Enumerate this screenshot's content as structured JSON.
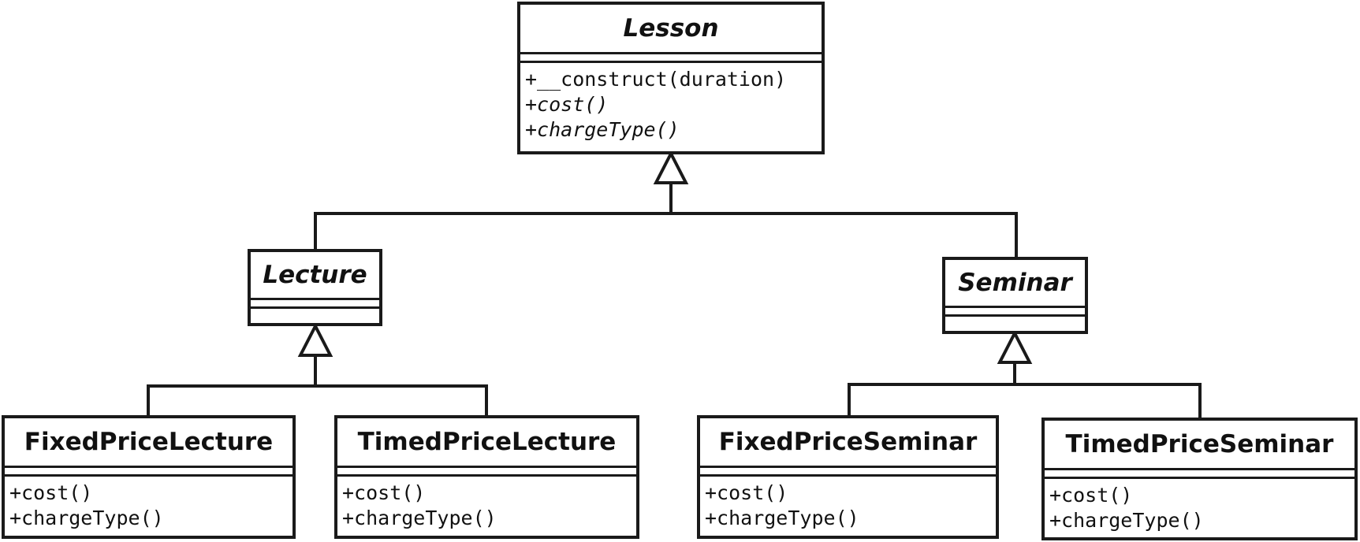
{
  "diagram": {
    "type": "uml-class-diagram",
    "line_color": "#1a1a1a",
    "classes": [
      {
        "id": "lesson",
        "name": "Lesson",
        "abstract": true,
        "operations": [
          {
            "text": "+__construct(duration)",
            "abstract": false
          },
          {
            "text": "+cost()",
            "abstract": true
          },
          {
            "text": "+chargeType()",
            "abstract": true
          }
        ]
      },
      {
        "id": "lecture",
        "name": "Lecture",
        "abstract": true,
        "operations": []
      },
      {
        "id": "seminar",
        "name": "Seminar",
        "abstract": true,
        "operations": []
      },
      {
        "id": "fixed-price-lecture",
        "name": "FixedPriceLecture",
        "abstract": false,
        "operations": [
          {
            "text": "+cost()",
            "abstract": false
          },
          {
            "text": "+chargeType()",
            "abstract": false
          }
        ]
      },
      {
        "id": "timed-price-lecture",
        "name": "TimedPriceLecture",
        "abstract": false,
        "operations": [
          {
            "text": "+cost()",
            "abstract": false
          },
          {
            "text": "+chargeType()",
            "abstract": false
          }
        ]
      },
      {
        "id": "fixed-price-seminar",
        "name": "FixedPriceSeminar",
        "abstract": false,
        "operations": [
          {
            "text": "+cost()",
            "abstract": false
          },
          {
            "text": "+chargeType()",
            "abstract": false
          }
        ]
      },
      {
        "id": "timed-price-seminar",
        "name": "TimedPriceSeminar",
        "abstract": false,
        "operations": [
          {
            "text": "+cost()",
            "abstract": false
          },
          {
            "text": "+chargeType()",
            "abstract": false
          }
        ]
      }
    ],
    "generalizations": [
      {
        "child": "lecture",
        "parent": "lesson"
      },
      {
        "child": "seminar",
        "parent": "lesson"
      },
      {
        "child": "fixed-price-lecture",
        "parent": "lecture"
      },
      {
        "child": "timed-price-lecture",
        "parent": "lecture"
      },
      {
        "child": "fixed-price-seminar",
        "parent": "seminar"
      },
      {
        "child": "timed-price-seminar",
        "parent": "seminar"
      }
    ]
  }
}
